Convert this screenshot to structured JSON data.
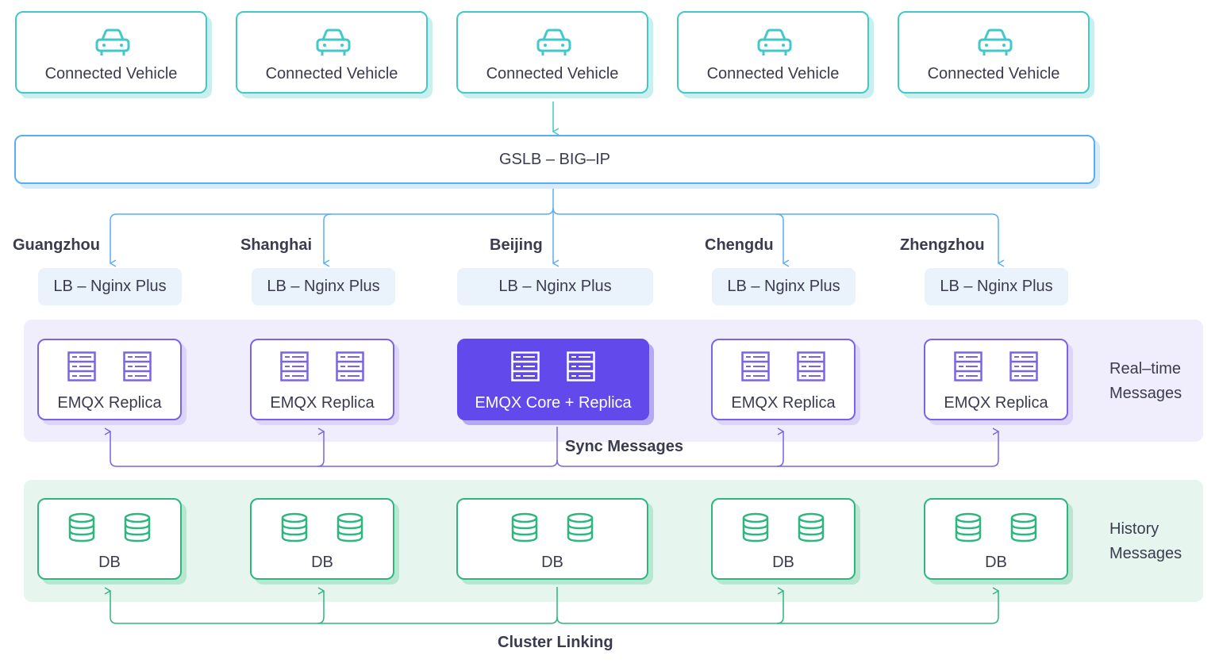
{
  "vehicles": {
    "label": "Connected Vehicle"
  },
  "gslb": {
    "label": "GSLB – BIG–IP"
  },
  "cities": [
    "Guangzhou",
    "Shanghai",
    "Beijing",
    "Chengdu",
    "Zhengzhou"
  ],
  "lb": {
    "label": "LB – Nginx Plus"
  },
  "emqx": {
    "replica_label": "EMQX Replica",
    "core_label": "EMQX Core + Replica"
  },
  "db": {
    "label": "DB"
  },
  "labels": {
    "realtime_line1": "Real–time",
    "realtime_line2": "Messages",
    "history_line1": "History",
    "history_line2": "Messages",
    "sync": "Sync Messages",
    "cluster": "Cluster Linking"
  },
  "colors": {
    "teal": "#42c8c9",
    "blue": "#5aaef0",
    "purple": "#6249ec",
    "green": "#2eb67e"
  },
  "icons": {
    "vehicle": "car-icon",
    "emqx": "server-icon",
    "db": "database-icon"
  }
}
